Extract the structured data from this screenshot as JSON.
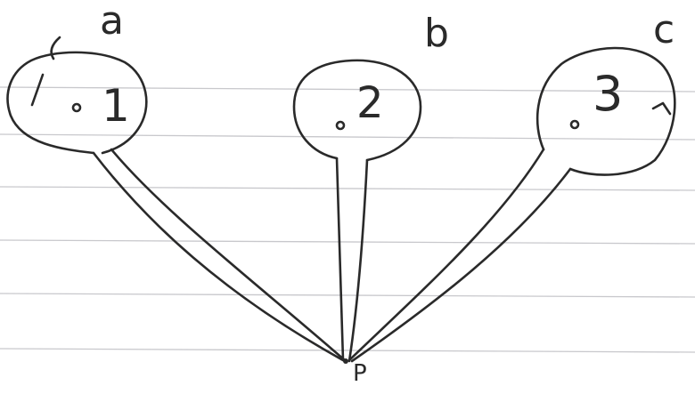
{
  "diagram": {
    "labels": [
      {
        "letter": "a",
        "number": "1"
      },
      {
        "letter": "b",
        "number": "2"
      },
      {
        "letter": "c",
        "number": "3"
      }
    ],
    "point_label": "P",
    "ink_color": "#2a2a2a",
    "paper_line_color": "#c8c8cc"
  }
}
